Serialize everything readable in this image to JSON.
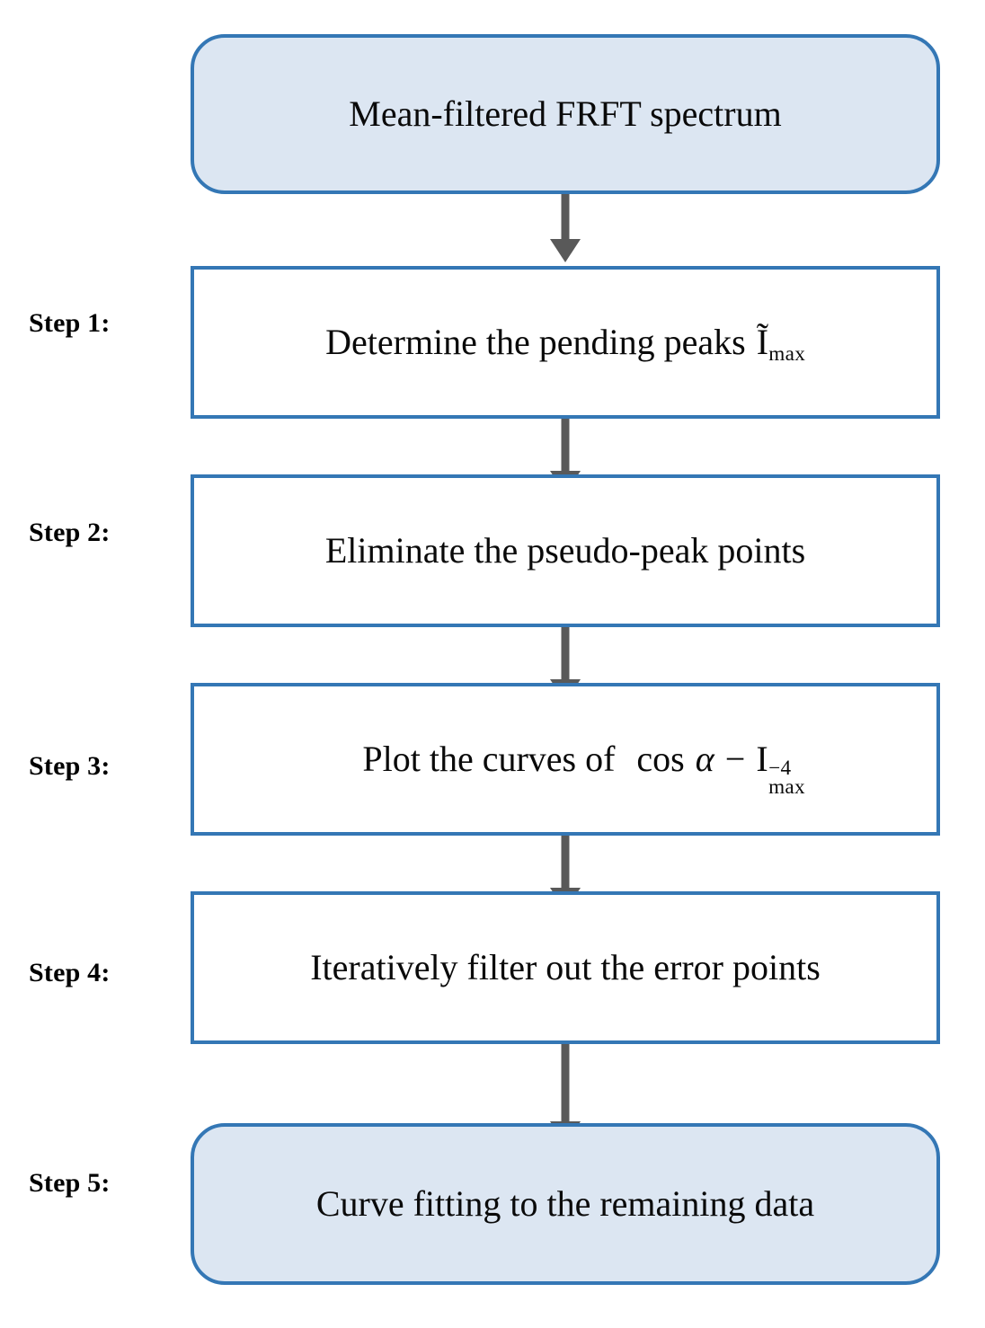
{
  "diagram": {
    "title": "FRFT spectrum peak-detection procedure flowchart",
    "colors": {
      "border": "#3477b5",
      "terminator_fill": "#dce6f2",
      "process_fill": "#ffffff",
      "arrow": "#595959",
      "text": "#0a0a0a"
    },
    "step_labels": [
      {
        "id": "step-1",
        "text": "Step 1:"
      },
      {
        "id": "step-2",
        "text": "Step 2:"
      },
      {
        "id": "step-3",
        "text": "Step 3:"
      },
      {
        "id": "step-4",
        "text": "Step 4:"
      },
      {
        "id": "step-5",
        "text": "Step 5:"
      }
    ],
    "nodes": [
      {
        "id": "start",
        "shape": "terminator",
        "text": "Mean-filtered FRFT spectrum"
      },
      {
        "id": "step-1-node",
        "shape": "process",
        "text_prefix": "Determine the pending peaks",
        "math": {
          "base": "Ĩ",
          "sub": "max"
        },
        "text_full": "Determine the pending peaks Ĩmax"
      },
      {
        "id": "step-2-node",
        "shape": "process",
        "text": "Eliminate the pseudo-peak points"
      },
      {
        "id": "step-3-node",
        "shape": "process",
        "text_prefix": "Plot the curves of",
        "math": {
          "cos": "cos",
          "alpha": "α",
          "minus": "−",
          "base": "I",
          "sup": "−4",
          "sub": "max"
        },
        "text_full": "Plot the curves of cos α − I−4max"
      },
      {
        "id": "step-4-node",
        "shape": "process",
        "text": "Iteratively filter out the error points"
      },
      {
        "id": "step-5-node",
        "shape": "terminator",
        "text": "Curve fitting to the remaining data"
      }
    ],
    "connectors": [
      {
        "id": "arrow-start-to-step1",
        "from": "start",
        "to": "step-1-node"
      },
      {
        "id": "arrow-step1-to-step2",
        "from": "step-1-node",
        "to": "step-2-node"
      },
      {
        "id": "arrow-step2-to-step3",
        "from": "step-2-node",
        "to": "step-3-node"
      },
      {
        "id": "arrow-step3-to-step4",
        "from": "step-3-node",
        "to": "step-4-node"
      },
      {
        "id": "arrow-step4-to-step5",
        "from": "step-4-node",
        "to": "step-5-node"
      }
    ]
  }
}
